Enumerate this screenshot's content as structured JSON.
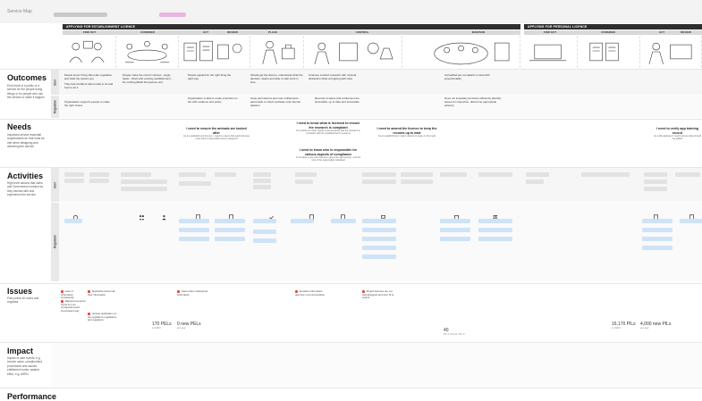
{
  "header": {
    "title": "Service Map",
    "phases": [
      {
        "label": "APPLYING FOR ESTABLISHMENT LICENCE"
      },
      {
        "label": "APPLYING FOR PERSONAL LICENCE"
      }
    ],
    "stages": [
      "FIND OUT",
      "CONSIDER",
      "ACT",
      "REVIEW",
      "PLACE",
      "CONTROL",
      "MAINTAIN",
      "FIND OUT",
      "CONSIDER",
      "ACT",
      "REVIEW"
    ]
  },
  "sections": {
    "outcomes": {
      "title": "Outcomes",
      "desc": "End result of a public or a service for the people doing things or for people who use the service or make it happen"
    },
    "needs": {
      "title": "Needs",
      "desc": "Important service essential requirements for that must be met when designing and delivering the service"
    },
    "activities": {
      "title": "Activities",
      "desc": "High level actions that users and Government conduct as they interact with and experience the service"
    },
    "issues": {
      "title": "Issues",
      "desc": "Pain points for users and regulator"
    },
    "impact": {
      "title": "Impact",
      "desc": "Impact of user events, e.g. Involve users, unauthorised procedures and causes entitlement costs; wasted effort, e.g. ASRU"
    },
    "performance": {
      "title": "Performance"
    }
  },
  "tags": {
    "user": "User",
    "regulator": "Regulator"
  },
  "outcomes": {
    "user": [
      "People know if they fall under regulation and what the options are",
      "They feel confident about what to do and how to do it",
      "People make the correct choices - Apply faster - Work with existing establishment - Do nothing (Build themselves out)",
      "People applied for the right thing the right way",
      "Should get the licence, understand what the decision means and able to start work in time",
      "Licensee conduct research with minimal distraction while complying with rules",
      "Accredited are complaints to deal with proportionality"
    ],
    "regulator": [
      "Organisation supports people to make the right choice",
      "Organisation is able to make a decision to the with evidence and policy",
      "Issue permissions and user entitlements - assist able to check (software and internal deletion",
      "Records of status and entitlement are accessible, up to date and accessible",
      "Does not impediary functions efficiently (identify issues for inspection, determine appropriate actions)"
    ]
  },
  "needs": [
    {
      "q": "I need to ensure the animals are looked after",
      "sub": "As an establishment licence, I need to ensure that each licensee must hold a responsible person assigned"
    },
    {
      "q": "I need to know what is licensed to ensure the research is compliant",
      "sub": "To provide our other needs to demonstrate that the research in compliant with the establishment's systems"
    },
    {
      "q": "I need to know who is responsible for various aspects of compliance",
      "sub": "To be able to see who has been given the right person, and the role of the responsible individual"
    },
    {
      "q": "I need to amend the licence to keep the records up to date",
      "sub": "As an establishment I want variants to keep on the track"
    },
    {
      "q": "I need to verify app training record",
      "sub": "As a RE applicant I need to know what should be added"
    }
  ],
  "issues": {
    "items": [
      "Lack of information consistently",
      "Mapped resources found is in an unorganised and inconsistent way",
      "Applicants submit all their information",
      "Unclear application on the regulator's regulations and regulators",
      "Users often misinterpret information",
      "Sensitive information gets lost in communication",
      "Project licences are not well-designed and don't fit to submit"
    ],
    "stats": [
      {
        "value": "170 PELs",
        "label": "in ASRU"
      },
      {
        "value": "0 new PELs",
        "label": "per year"
      },
      {
        "value": "40",
        "label": "PIL-A / PIL-B / PIL-C"
      },
      {
        "value": "16,170 PILs",
        "label": "in ASRU"
      },
      {
        "value": "4,000 new PILs",
        "label": "per year"
      }
    ]
  },
  "colors": {
    "phase": "#2f2f2f",
    "pink": "#cc2b9a",
    "blue_card": "#cfe3f6",
    "grey_card": "#e2e2e2"
  }
}
